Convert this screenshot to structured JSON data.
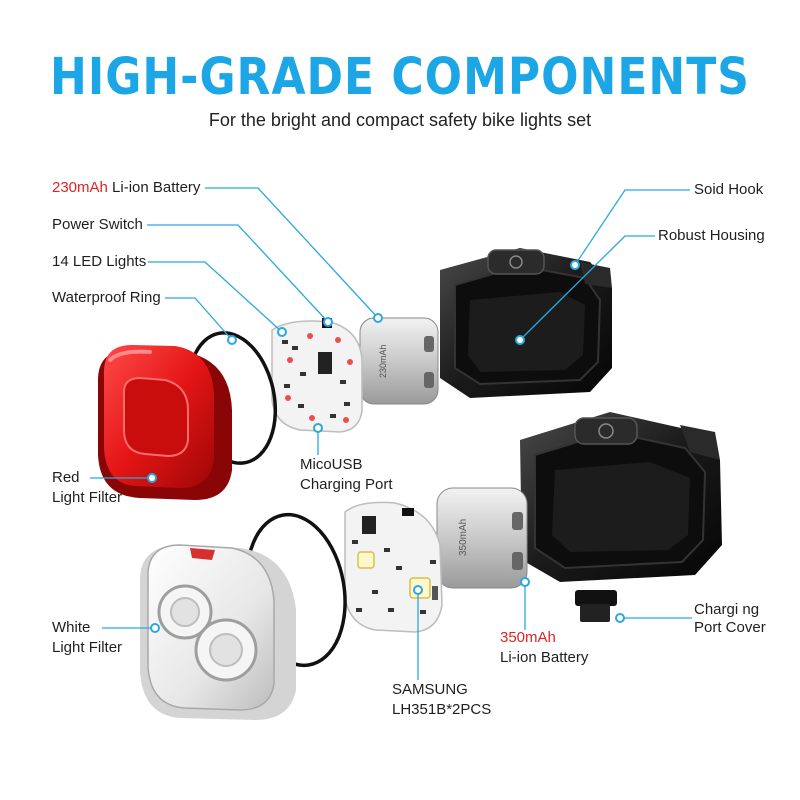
{
  "title": "HIGH-GRADE COMPONENTS",
  "subtitle": "For the bright and compact safety bike lights set",
  "labels": {
    "battery_top_cap": "230mAh",
    "battery_top_rest": " Li-ion Battery",
    "power_switch": "Power Switch",
    "led_lights": "14 LED Lights",
    "waterproof_ring": "Waterproof Ring",
    "red_filter_1": "Red",
    "red_filter_2": "Light Filter",
    "usb_port_1": "MicoUSB",
    "usb_port_2": "Charging Port",
    "solid_hook": "Soid Hook",
    "robust_housing": "Robust Housing",
    "white_filter_1": "White",
    "white_filter_2": "Light Filter",
    "port_cover_1": "Chargi ng",
    "port_cover_2": "Port Cover",
    "battery_bottom_cap": "350mAh",
    "battery_bottom_rest": "Li-ion Battery",
    "samsung_1": "SAMSUNG",
    "samsung_2": "LH351B*2PCS"
  },
  "battery_prints": {
    "top": "230mAh",
    "bottom": "350mAh"
  },
  "colors": {
    "accent": "#1da6e6",
    "highlight_red": "#e32222",
    "leader_line": "#2ba8e0"
  }
}
